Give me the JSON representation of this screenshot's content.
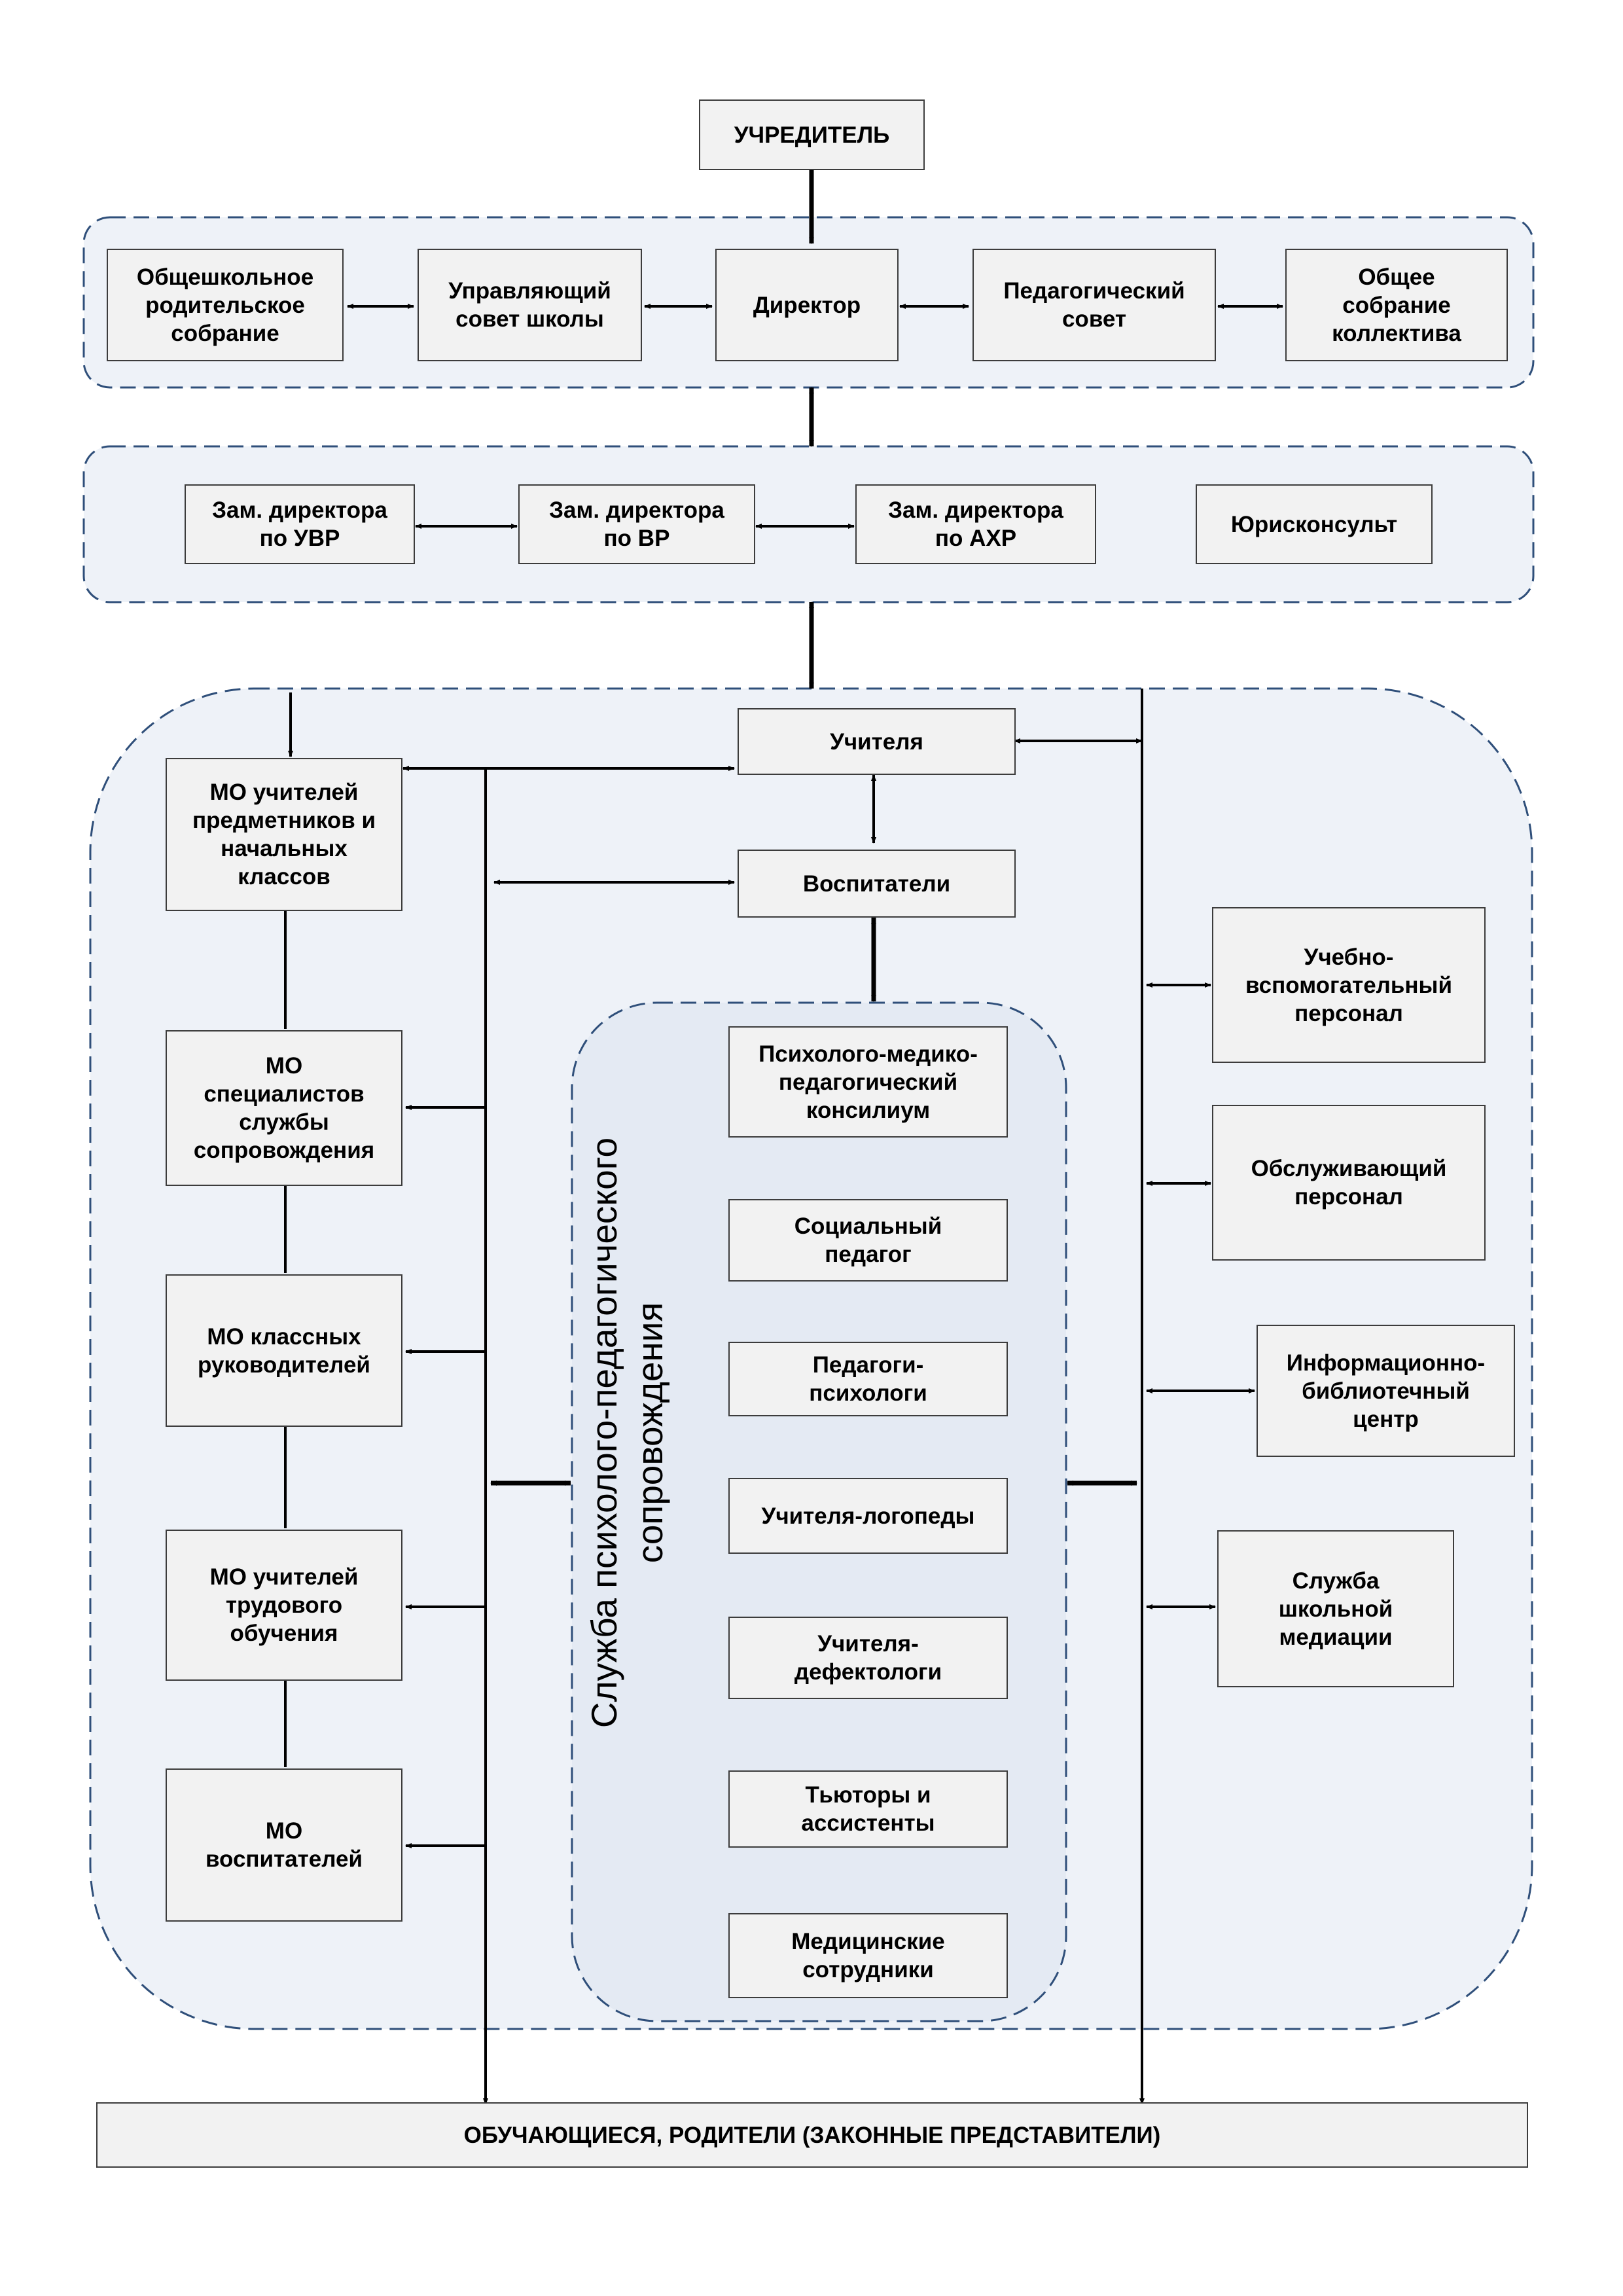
{
  "colors": {
    "group_fill": "#eef2f8",
    "group_border": "#2f4f7a",
    "box_fill": "#f2f2f2",
    "box_border": "#3c3c3c",
    "arrow": "#000000"
  },
  "founder": "УЧРЕДИТЕЛЬ",
  "governance": {
    "parents_meeting": "Общешкольное\nродительское\nсобрание",
    "managing_council": "Управляющий\nсовет школы",
    "director": "Директор",
    "pedagogical_council": "Педагогический\nсовет",
    "staff_meeting": "Общее\nсобрание\nколлектива"
  },
  "deputies": {
    "uvr": "Зам. директора\nпо УВР",
    "vr": "Зам. директора\nпо ВР",
    "ahr": "Зам. директора\nпо АХР",
    "legal": "Юрисконсульт"
  },
  "teachers": "Учителя",
  "educators": "Воспитатели",
  "methodical_units": [
    "МО учителей\nпредметников и\nначальных\nклассов",
    "МО\nспециалистов\nслужбы\nсопровождения",
    "МО классных\nруководителей",
    "МО учителей\nтрудового\nобучения",
    "МО\nвоспитателей"
  ],
  "support_service": {
    "title": "Служба психолого-педагогического\nсопровождения",
    "members": [
      "Психолого-медико-\nпедагогический\nконсилиум",
      "Социальный\nпедагог",
      "Педагоги-\nпсихологи",
      "Учителя-логопеды",
      "Учителя-\nдефектологи",
      "Тьюторы и\nассистенты",
      "Медицинские\nсотрудники"
    ]
  },
  "staff": [
    "Учебно-\nвспомогательный\nперсонал",
    "Обслуживающий\nперсонал",
    "Информационно-\nбиблиотечный\nцентр",
    "Служба\nшкольной\nмедиации"
  ],
  "students_parents": "ОБУЧАЮЩИЕСЯ, РОДИТЕЛИ (ЗАКОННЫЕ ПРЕДСТАВИТЕЛИ)"
}
